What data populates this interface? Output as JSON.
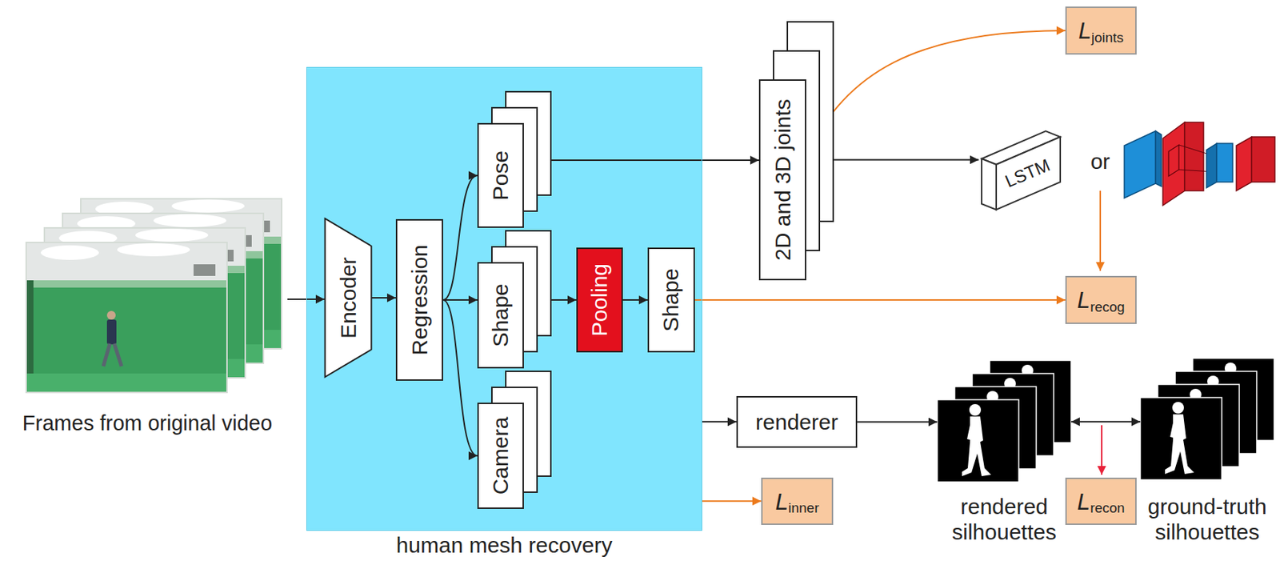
{
  "diagram": {
    "nodes": [
      {
        "text": [
          "Frames from original video"
        ]
      },
      {
        "text": [
          "human mesh recovery"
        ]
      },
      {
        "text": [
          "Encoder"
        ],
        "in": 1
      },
      {
        "text": [
          "Regression"
        ],
        "in": 1
      },
      {
        "text": [
          "Pose"
        ],
        "in": 1
      },
      {
        "text": [
          "Shape"
        ],
        "in": 1
      },
      {
        "text": [
          "Camera"
        ],
        "in": 1
      },
      {
        "text": [
          "Pooling"
        ],
        "in": 1
      },
      {
        "text": [
          "Shape"
        ],
        "in": 1
      },
      {
        "text": [
          "2D and 3D joints"
        ]
      },
      {
        "text": [
          "LSTM"
        ]
      },
      {
        "text": [
          "L",
          "joints"
        ]
      },
      {
        "text": [
          "L",
          "recog"
        ]
      },
      {
        "text": [
          "renderer"
        ]
      },
      {
        "text": [
          "L",
          "inner"
        ]
      },
      {
        "text": [
          "rendered silhouettes"
        ]
      },
      {
        "text": [
          "L",
          "recon"
        ]
      },
      {
        "text": [
          "ground-truth silhouettes"
        ]
      }
    ],
    "edges": [
      {
        "from": 0,
        "to": 2,
        "arrow": "to"
      },
      {
        "from": 2,
        "to": 3,
        "arrow": "to"
      },
      {
        "from": 3,
        "to": 4,
        "arrow": "to"
      },
      {
        "from": 3,
        "to": 5,
        "arrow": "to"
      },
      {
        "from": 3,
        "to": 6,
        "arrow": "to"
      },
      {
        "from": 5,
        "to": 7,
        "arrow": "to"
      },
      {
        "from": 7,
        "to": 8,
        "arrow": "to"
      },
      {
        "from": 4,
        "to": 9,
        "arrow": "to"
      },
      {
        "from": 9,
        "to": 10,
        "arrow": "to"
      },
      {
        "from": 9,
        "to": 11,
        "arrow": "to"
      },
      {
        "from": 8,
        "to": 12,
        "arrow": "to"
      },
      {
        "from": 1,
        "to": 13,
        "arrow": "to"
      },
      {
        "from": 1,
        "to": 14,
        "arrow": "to"
      },
      {
        "from": 13,
        "to": 15,
        "arrow": "to"
      },
      {
        "from": 15,
        "to": 17,
        "arrow": "both"
      }
    ],
    "labels": [
      "or"
    ]
  }
}
